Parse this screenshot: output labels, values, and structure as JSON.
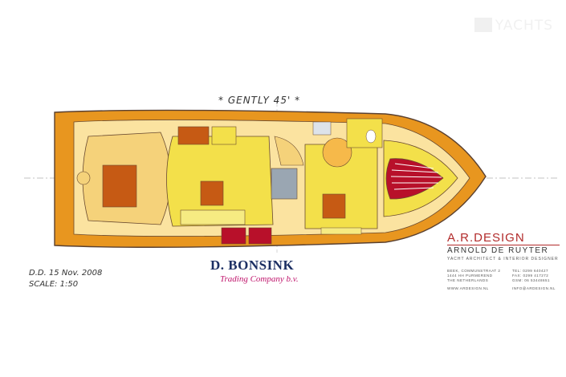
{
  "watermark": "YACHTS",
  "plan": {
    "title": "* GENTLY 45' *",
    "date_line": "D.D. 15 Nov. 2008",
    "scale_line": "SCALE: 1:50"
  },
  "company": {
    "name": "D. BONSINK",
    "subtitle": "Trading Company b.v."
  },
  "designer": {
    "brand": "A.R.DESIGN",
    "name": "ARNOLD DE RUYTER",
    "role": "YACHT ARCHITECT & INTERIOR DESIGNER",
    "address": [
      "BEEK, COMMUNSTRAAT 2",
      "1444 HH PURMEREND",
      "THE NETHERLANDS"
    ],
    "contact": [
      "TEL: 0299 640427",
      "FAX: 0299 417272",
      "GSM: 06 53448651"
    ],
    "website": "WWW.ARDESIGN.NL",
    "email": "INFO@ARDESIGN.NL"
  },
  "colors": {
    "hull_orange": "#e8961f",
    "deck_cream": "#fbe9a6",
    "cabin_yellow": "#f3e04a",
    "wood": "#c65a14",
    "berth_red": "#b8102a",
    "outline": "#5a4030"
  }
}
